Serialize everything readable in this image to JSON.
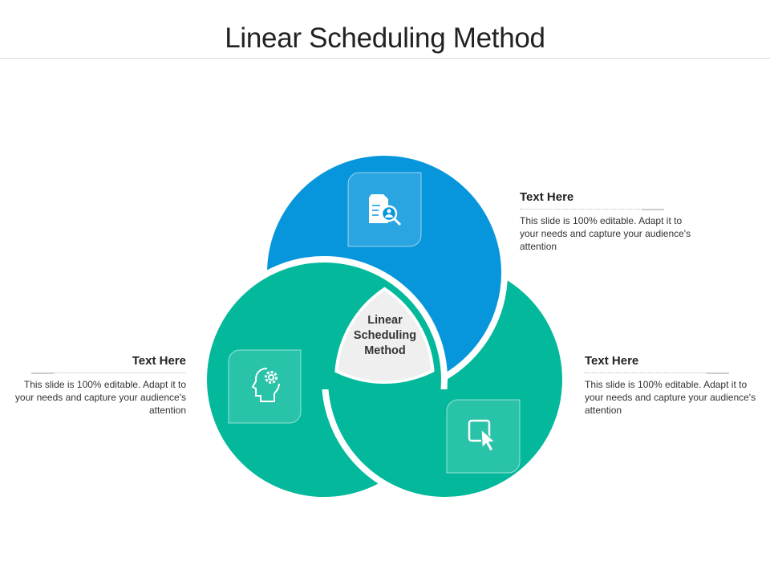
{
  "title": "Linear Scheduling Method",
  "center_label": [
    "Linear",
    "Scheduling",
    "Method"
  ],
  "colors": {
    "blue": "#0796dc",
    "green": "#04b99b",
    "center": "#efefef"
  },
  "segments": [
    {
      "position": "top",
      "icon": "document-search-icon",
      "heading": "Text Here",
      "body": "This slide is 100% editable. Adapt it to your needs and capture your audience's attention"
    },
    {
      "position": "left",
      "icon": "head-gear-icon",
      "heading": "Text Here",
      "body": "This slide is 100% editable. Adapt it to your needs and capture your audience's attention"
    },
    {
      "position": "right",
      "icon": "cursor-click-icon",
      "heading": "Text Here",
      "body": "This slide is 100% editable. Adapt it to your needs and capture your audience's attention"
    }
  ]
}
